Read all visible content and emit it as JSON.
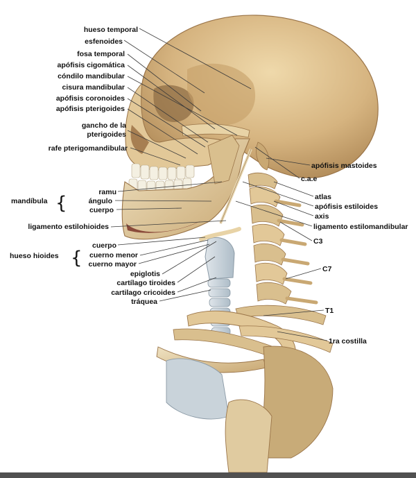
{
  "colors": {
    "bone": "#d9bf8e",
    "bone_shadow": "#b5905c",
    "bone_highlight": "#efe2c2",
    "cartilage": "#c9d3da",
    "teeth": "#f4f0e2",
    "mouth": "#8a4a3a",
    "leader": "#3a3a3a",
    "bottom_bar": "#505050"
  },
  "left_labels": [
    {
      "id": "hueso-temporal",
      "text": "hueso temporal"
    },
    {
      "id": "esfenoides",
      "text": "esfenoides"
    },
    {
      "id": "fosa-temporal",
      "text": "fosa temporal"
    },
    {
      "id": "apofisis-cigomatica",
      "text": "apófisis cigomática"
    },
    {
      "id": "condilo-mandibular",
      "text": "cóndilo mandibular"
    },
    {
      "id": "cisura-mandibular",
      "text": "cisura mandibular"
    },
    {
      "id": "apofisis-coronoides",
      "text": "apófisis coronoides"
    },
    {
      "id": "apofisis-pterigoides",
      "text": "apófisis pterigoides"
    },
    {
      "id": "gancho-1",
      "text": "gancho de la"
    },
    {
      "id": "gancho-2",
      "text": "pterigoides"
    },
    {
      "id": "rafe",
      "text": "rafe pterigomandibular"
    },
    {
      "id": "ramu",
      "text": "ramu"
    },
    {
      "id": "angulo",
      "text": "ángulo"
    },
    {
      "id": "cuerpo-mand",
      "text": "cuerpo"
    },
    {
      "id": "lig-estilohioideo",
      "text": "ligamento estilohioides"
    },
    {
      "id": "cuerpo-hioides",
      "text": "cuerpo"
    },
    {
      "id": "cuerno-menor",
      "text": "cuerno menor"
    },
    {
      "id": "cuerno-mayor",
      "text": "cuerno mayor"
    },
    {
      "id": "epiglotis",
      "text": "epiglotis"
    },
    {
      "id": "tiroides",
      "text": "cartílago tiroides"
    },
    {
      "id": "cricoides",
      "text": "cartilago cricoides"
    },
    {
      "id": "traquea",
      "text": "tráquea"
    }
  ],
  "group_labels": [
    {
      "id": "mandibula",
      "text": "mandíbula"
    },
    {
      "id": "hueso-hioides",
      "text": "hueso hioides"
    }
  ],
  "right_labels": [
    {
      "id": "apofisis-mastoides",
      "text": "apófisis mastoides"
    },
    {
      "id": "cae",
      "text": "c.a.e"
    },
    {
      "id": "atlas",
      "text": "atlas"
    },
    {
      "id": "apofisis-estiloides",
      "text": "apófisis estiloides"
    },
    {
      "id": "axis",
      "text": "axis"
    },
    {
      "id": "lig-estilomandibular",
      "text": "ligamento estilomandibular"
    },
    {
      "id": "c3",
      "text": "C3"
    },
    {
      "id": "c7",
      "text": "C7"
    },
    {
      "id": "t1",
      "text": "T1"
    },
    {
      "id": "costilla",
      "text": "1ra costilla"
    }
  ]
}
